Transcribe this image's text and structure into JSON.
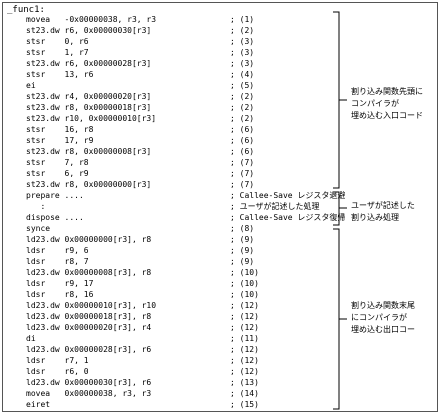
{
  "title": "_func1:",
  "code_lines": [
    {
      "instr": "movea   -0x00000038, r3, r3",
      "comment": "; (1)"
    },
    {
      "instr": "st23.dw r6, 0x00000030[r3]",
      "comment": "; (2)"
    },
    {
      "instr": "stsr    0, r6",
      "comment": "; (3)"
    },
    {
      "instr": "stsr    1, r7",
      "comment": "; (3)"
    },
    {
      "instr": "st23.dw r6, 0x00000028[r3]",
      "comment": "; (3)"
    },
    {
      "instr": "stsr    13, r6",
      "comment": "; (4)"
    },
    {
      "instr": "ei",
      "comment": "; (5)"
    },
    {
      "instr": "st23.dw r4, 0x00000020[r3]",
      "comment": "; (2)"
    },
    {
      "instr": "st23.dw r8, 0x00000018[r3]",
      "comment": "; (2)"
    },
    {
      "instr": "st23.dw r10, 0x00000010[r3]",
      "comment": "; (2)"
    },
    {
      "instr": "stsr    16, r8",
      "comment": "; (6)"
    },
    {
      "instr": "stsr    17, r9",
      "comment": "; (6)"
    },
    {
      "instr": "st23.dw r8, 0x00000008[r3]",
      "comment": "; (6)"
    },
    {
      "instr": "stsr    7, r8",
      "comment": "; (7)"
    },
    {
      "instr": "stsr    6, r9",
      "comment": "; (7)"
    },
    {
      "instr": "st23.dw r8, 0x00000000[r3]",
      "comment": "; (7)"
    },
    {
      "instr": "prepare ....",
      "comment": "; Callee-Save レジスタ退避"
    },
    {
      "instr": "   :",
      "comment": "; ユーザが記述した処理"
    },
    {
      "instr": "dispose ....",
      "comment": "; Callee-Save レジスタ復帰"
    },
    {
      "instr": "synce",
      "comment": "; (8)"
    },
    {
      "instr": "ld23.dw 0x00000000[r3], r8",
      "comment": "; (9)"
    },
    {
      "instr": "ldsr    r9, 6",
      "comment": "; (9)"
    },
    {
      "instr": "ldsr    r8, 7",
      "comment": "; (9)"
    },
    {
      "instr": "ld23.dw 0x00000008[r3], r8",
      "comment": "; (10)"
    },
    {
      "instr": "ldsr    r9, 17",
      "comment": "; (10)"
    },
    {
      "instr": "ldsr    r8, 16",
      "comment": "; (10)"
    },
    {
      "instr": "ld23.dw 0x00000010[r3], r10",
      "comment": "; (12)"
    },
    {
      "instr": "ld23.dw 0x00000018[r3], r8",
      "comment": "; (12)"
    },
    {
      "instr": "ld23.dw 0x00000020[r3], r4",
      "comment": "; (12)"
    },
    {
      "instr": "di",
      "comment": "; (11)"
    },
    {
      "instr": "ld23.dw 0x00000028[r3], r6",
      "comment": "; (12)"
    },
    {
      "instr": "ldsr    r7, 1",
      "comment": "; (12)"
    },
    {
      "instr": "ldsr    r6, 0",
      "comment": "; (12)"
    },
    {
      "instr": "ld23.dw 0x00000030[r3], r6",
      "comment": "; (13)"
    },
    {
      "instr": "movea   0x00000038, r3, r3",
      "comment": "; (14)"
    },
    {
      "instr": "eiret",
      "comment": "; (15)"
    }
  ],
  "annotations": {
    "entry": [
      "割り込み関数先頭に",
      "コンパイラが",
      "埋め込む入口コード"
    ],
    "user": [
      "ユーザが記述した",
      "割り込み処理"
    ],
    "exit": [
      "割り込み関数末尾",
      "にコンパイラが",
      "埋め込む出口コー"
    ]
  }
}
